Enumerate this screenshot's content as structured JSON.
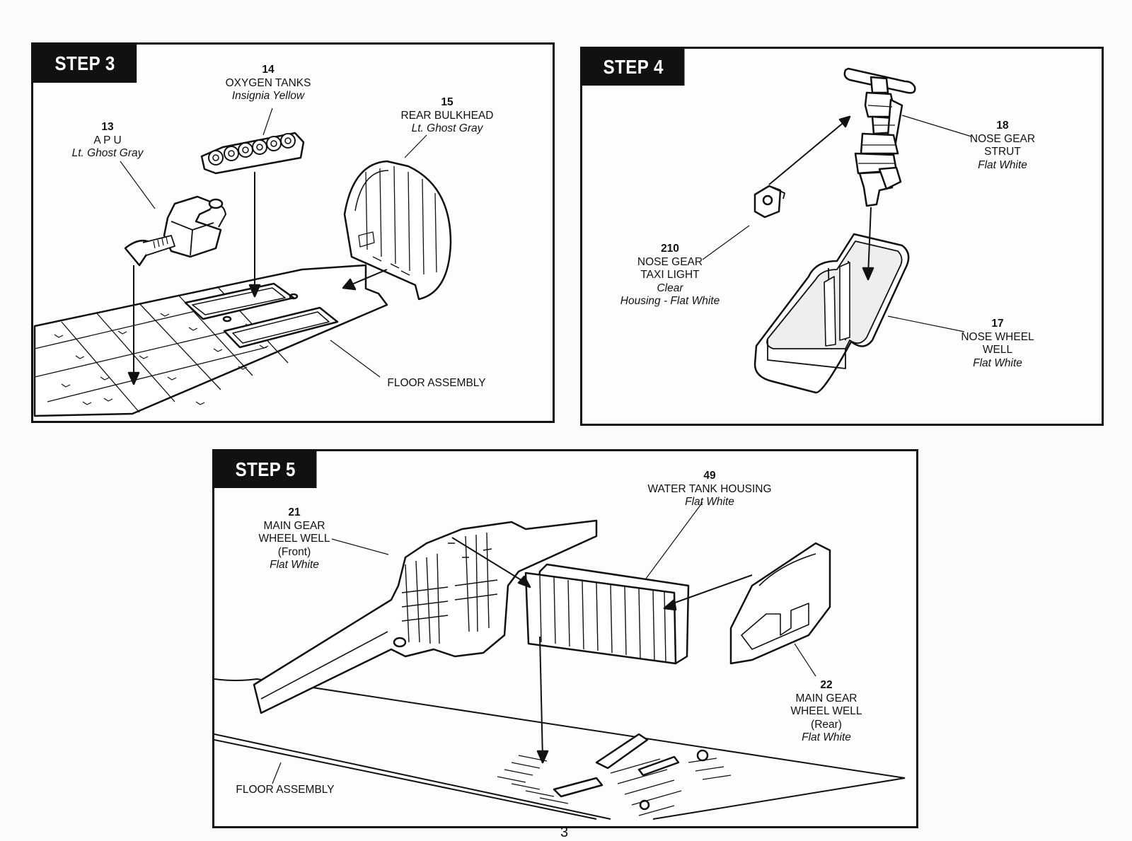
{
  "steps": [
    {
      "title": "STEP 3",
      "callouts": [
        {
          "num": "14",
          "lines": [
            "OXYGEN TANKS"
          ],
          "paint": "Insignia Yellow"
        },
        {
          "num": "15",
          "lines": [
            "REAR BULKHEAD"
          ],
          "paint": "Lt. Ghost Gray"
        },
        {
          "num": "13",
          "lines": [
            "A P U"
          ],
          "paint": "Lt. Ghost Gray"
        },
        {
          "num": "",
          "lines": [
            "FLOOR ASSEMBLY"
          ],
          "paint": ""
        }
      ]
    },
    {
      "title": "STEP 4",
      "callouts": [
        {
          "num": "18",
          "lines": [
            "NOSE GEAR",
            "STRUT"
          ],
          "paint": "Flat White"
        },
        {
          "num": "210",
          "lines": [
            "NOSE GEAR",
            "TAXI LIGHT"
          ],
          "paint": "Clear",
          "paint2": "Housing - Flat White"
        },
        {
          "num": "17",
          "lines": [
            "NOSE WHEEL",
            "WELL"
          ],
          "paint": "Flat White"
        }
      ]
    },
    {
      "title": "STEP 5",
      "callouts": [
        {
          "num": "49",
          "lines": [
            "WATER TANK HOUSING"
          ],
          "paint": "Flat White"
        },
        {
          "num": "21",
          "lines": [
            "MAIN GEAR",
            "WHEEL WELL",
            "(Front)"
          ],
          "paint": "Flat White"
        },
        {
          "num": "22",
          "lines": [
            "MAIN GEAR",
            "WHEEL WELL",
            "(Rear)"
          ],
          "paint": "Flat White"
        },
        {
          "num": "",
          "lines": [
            "FLOOR ASSEMBLY"
          ],
          "paint": ""
        }
      ]
    }
  ],
  "page_number": "3"
}
